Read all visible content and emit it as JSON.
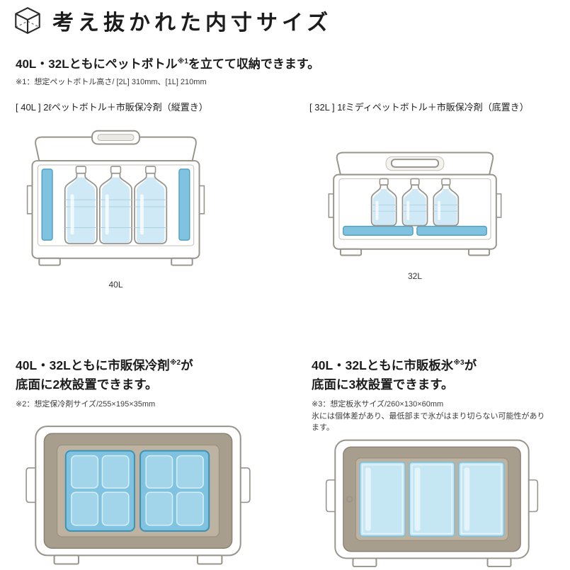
{
  "colors": {
    "line": "#97948b",
    "line-light": "#c9c7c0",
    "ice-blue": "#7fc3e0",
    "water": "#cfe9f6",
    "interior-wall": "#a89e8e",
    "interior-floor": "#bdb3a0",
    "ice-block": "#c5e6f3",
    "text": "#1f1f1f"
  },
  "header": {
    "title": "考え抜かれた内寸サイズ",
    "icon": "cube-icon"
  },
  "intro": {
    "lead_pre": "40L・32Lともにペットボトル",
    "lead_sup": "※1",
    "lead_post": "を立てて収納できます。",
    "note": "※1：想定ペットボトル高さ/ [2L] 310mm、[1L] 210mm"
  },
  "bottle_section": {
    "left": {
      "heading": "[ 40L ] 2ℓペットボトル＋市販保冷剤（縦置き）",
      "caption": "40L"
    },
    "right": {
      "heading": "[ 32L ] 1ℓミディペットボトル＋市販保冷剤（底置き）",
      "caption": "32L"
    }
  },
  "bottom_section": {
    "left": {
      "heading_pre": "40L・32Lともに市販保冷剤",
      "heading_sup": "※2",
      "heading_post": "が",
      "heading_line2": "底面に2枚設置できます。",
      "note": "※2：想定保冷剤サイズ/255×195×35mm"
    },
    "right": {
      "heading_pre": "40L・32Lともに市販板氷",
      "heading_sup": "※3",
      "heading_post": "が",
      "heading_line2": "底面に3枚設置できます。",
      "note": "※3：想定板氷サイズ/260×130×60mm",
      "note2": "氷には個体差があり、最低部まで氷がはまり切らない可能性があります。"
    }
  }
}
